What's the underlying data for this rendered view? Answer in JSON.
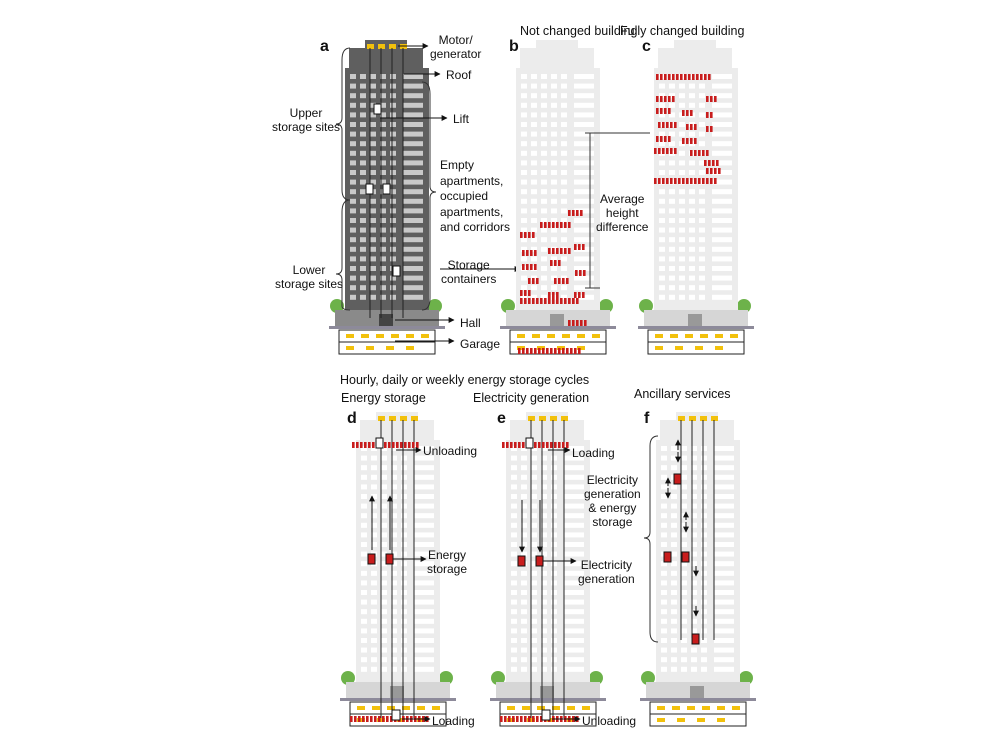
{
  "panels": {
    "a": {
      "letter": "a",
      "labels": {
        "motor": "Motor/\ngenerator",
        "roof": "Roof",
        "lift": "Lift",
        "upper": "Upper\nstorage sites",
        "lower": "Lower\nstorage sites",
        "empty": "Empty\napartments,\noccupied\napartments,\nand corridors",
        "storage": "Storage\ncontainers",
        "hall": "Hall",
        "garage": "Garage"
      }
    },
    "b": {
      "letter": "b",
      "title": "Not changed building",
      "avg": "Average\nheight\ndifference"
    },
    "c": {
      "letter": "c",
      "title": "Fully changed building"
    },
    "d": {
      "letter": "d",
      "title": "Energy storage",
      "top": "Unloading",
      "mid": "Energy\nstorage",
      "bottom": "Loading"
    },
    "e": {
      "letter": "e",
      "title": "Electricity generation",
      "top": "Loading",
      "mid": "Electricity\ngeneration",
      "bottom": "Unloading"
    },
    "f": {
      "letter": "f",
      "title": "Ancillary services",
      "mid": "Electricity\ngeneration\n& energy\nstorage"
    }
  },
  "section_title": "Hourly, daily or weekly energy storage cycles",
  "colors": {
    "dark_building": "#5f5f5f",
    "light_building": "#ececec",
    "window_dark": "#c9c9c9",
    "storage": "#c81d1d",
    "motor": "#f2c10c",
    "tree": "#6db24a",
    "base": "#8d8a9a"
  }
}
